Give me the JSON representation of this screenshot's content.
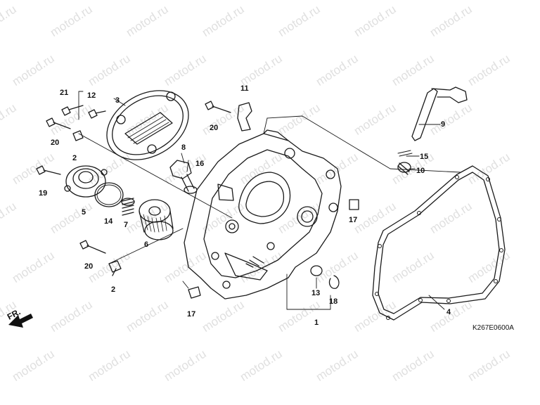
{
  "watermark": "motod.ru",
  "diagram_code": "K267E0600A",
  "front_label": "FR.",
  "callouts": [
    {
      "id": "c1",
      "text": "1"
    },
    {
      "id": "c2a",
      "text": "2"
    },
    {
      "id": "c2b",
      "text": "2"
    },
    {
      "id": "c3",
      "text": "3"
    },
    {
      "id": "c4",
      "text": "4"
    },
    {
      "id": "c5",
      "text": "5"
    },
    {
      "id": "c6",
      "text": "6"
    },
    {
      "id": "c7",
      "text": "7"
    },
    {
      "id": "c8",
      "text": "8"
    },
    {
      "id": "c9",
      "text": "9"
    },
    {
      "id": "c10",
      "text": "10"
    },
    {
      "id": "c11",
      "text": "11"
    },
    {
      "id": "c12",
      "text": "12"
    },
    {
      "id": "c13",
      "text": "13"
    },
    {
      "id": "c14",
      "text": "14"
    },
    {
      "id": "c15",
      "text": "15"
    },
    {
      "id": "c16",
      "text": "16"
    },
    {
      "id": "c17a",
      "text": "17"
    },
    {
      "id": "c17b",
      "text": "17"
    },
    {
      "id": "c18",
      "text": "18"
    },
    {
      "id": "c19",
      "text": "19"
    },
    {
      "id": "c20a",
      "text": "20"
    },
    {
      "id": "c20b",
      "text": "20"
    },
    {
      "id": "c20c",
      "text": "20"
    },
    {
      "id": "c21",
      "text": "21"
    }
  ]
}
